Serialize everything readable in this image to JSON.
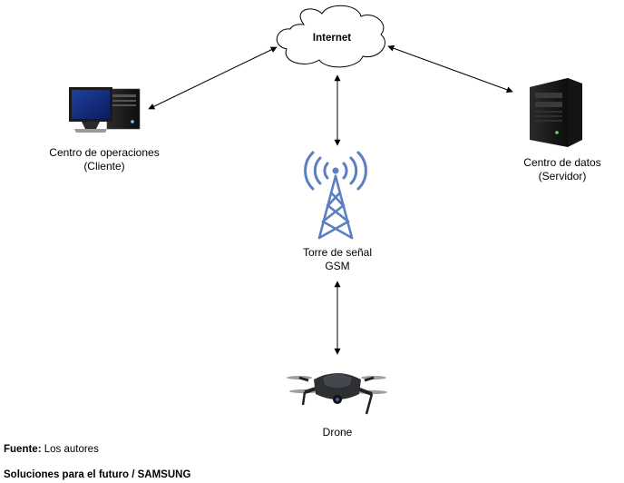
{
  "nodes": {
    "internet": {
      "label": "Internet"
    },
    "client": {
      "line1": "Centro de operaciones",
      "line2": "(Cliente)"
    },
    "server": {
      "line1": "Centro de datos",
      "line2": "(Servidor)"
    },
    "tower": {
      "line1": "Torre de señal",
      "line2": "GSM"
    },
    "drone": {
      "label": "Drone"
    }
  },
  "footer": {
    "source_label": "Fuente:",
    "source_value": "Los autores",
    "slogan_text": "Soluciones para el futuro / ",
    "slogan_brand": "SAMSUNG"
  },
  "icons": [
    "cloud-icon",
    "desktop-computer-icon",
    "server-tower-icon",
    "cell-tower-icon",
    "drone-icon"
  ],
  "colors": {
    "tower_blue": "#5b7fc2",
    "arrow": "#000000",
    "cloud_stroke": "#000000"
  }
}
